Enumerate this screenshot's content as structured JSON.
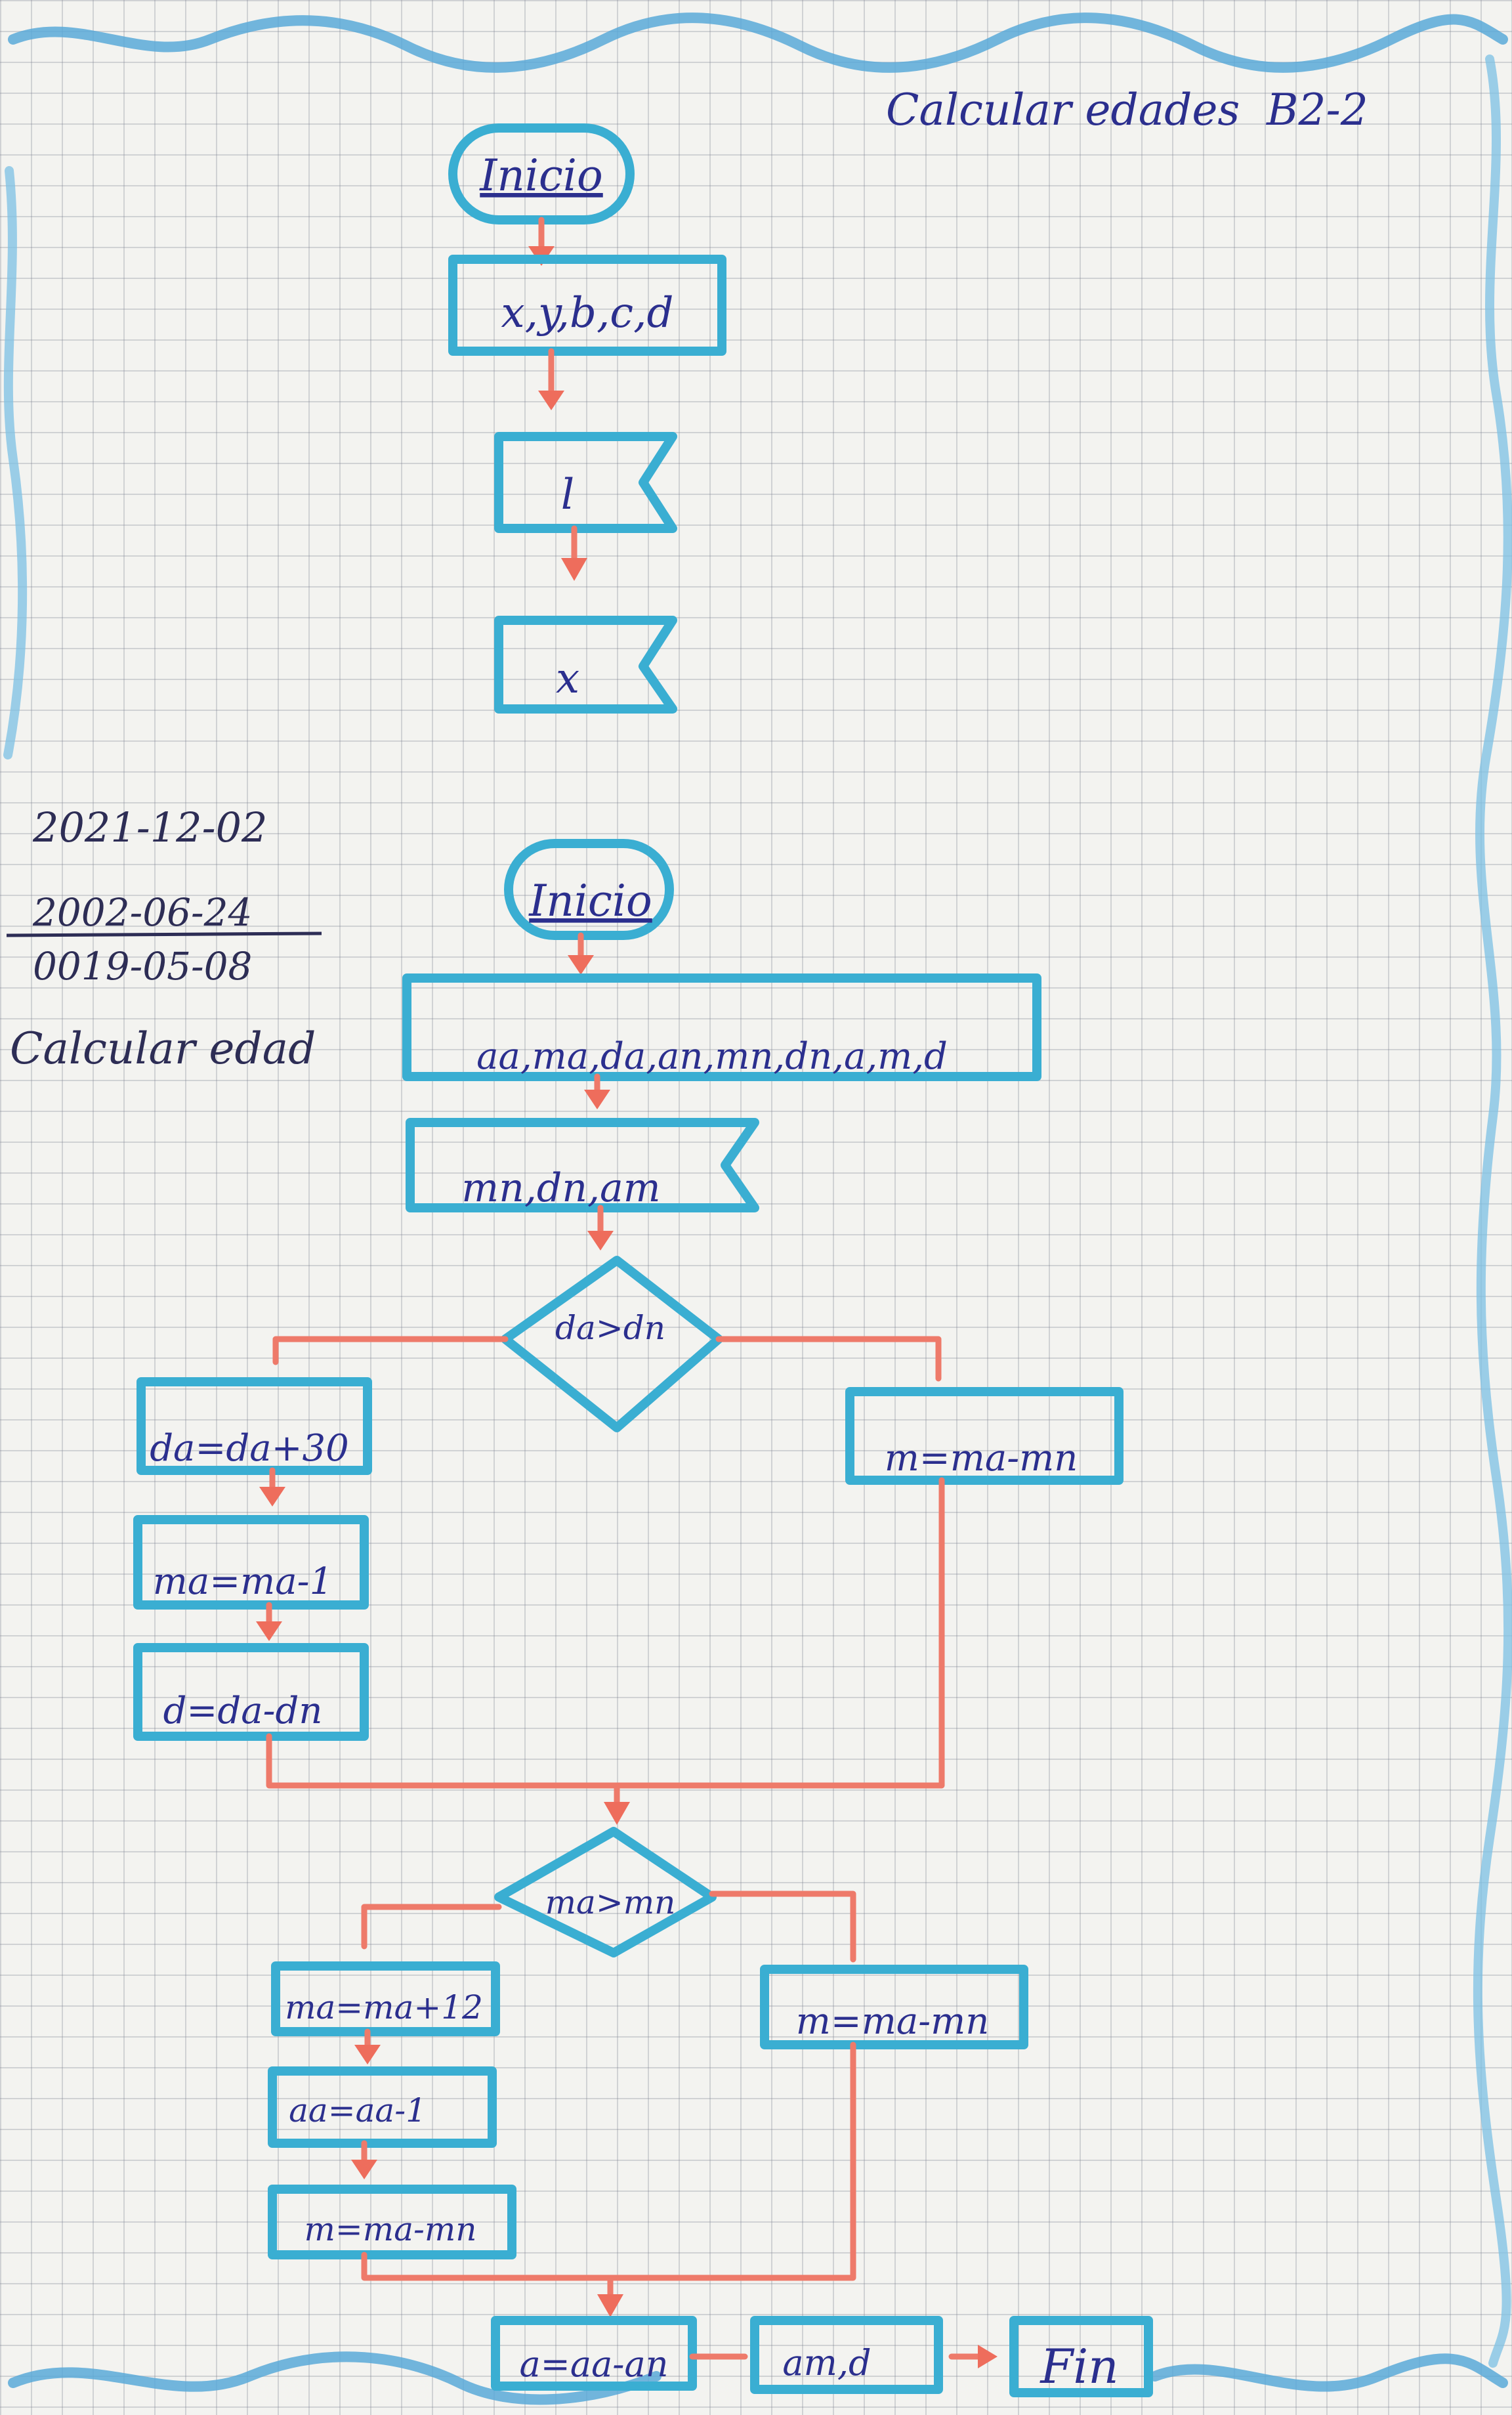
{
  "header": {
    "title": "Calcular edades",
    "code": "B2-2"
  },
  "side_notes": {
    "date_current": "2021-12-02",
    "date_birth": "2002-06-24",
    "date_result": "0019-05-08",
    "label": "Calcular edad"
  },
  "diagram1": {
    "start": "Inicio",
    "declare": "x,y,b,c,d",
    "print1": "l",
    "print2": "x"
  },
  "diagram2": {
    "start": "Inicio",
    "declare": "aa,ma,da,an,mn,dn,a,m,d",
    "input": "mn,dn,am",
    "decision1": "da>dn",
    "left1_a": "da=da+30",
    "left1_b": "ma=ma-1",
    "left1_c": "d=da-dn",
    "right1": "m=ma-mn",
    "decision2": "ma>mn",
    "left2_a": "ma=ma+12",
    "left2_b": "aa=aa-1",
    "left2_c": "m=ma-mn",
    "right2": "m=ma-mn",
    "calc": "a=aa-an",
    "output": "am,d",
    "end": "Fin"
  }
}
